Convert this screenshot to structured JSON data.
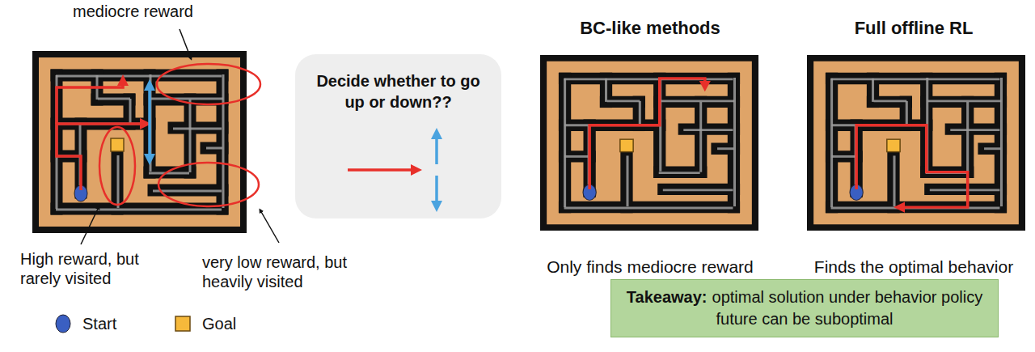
{
  "diagram": {
    "nodes": [
      {
        "text": [
          "Decide whether to go up or down??"
        ]
      },
      {
        "text": [
          "BC-like methods",
          "Only finds mediocre reward"
        ]
      },
      {
        "text": [
          "Full offline RL",
          "Finds the optimal behavior"
        ]
      },
      {
        "text": [
          "Takeaway:",
          "optimal solution under behavior policy future can be suboptimal"
        ]
      }
    ],
    "labels": [
      "mediocre reward",
      "High reward, but rarely visited",
      "very low reward, but heavily visited"
    ],
    "legend": [
      {
        "text": "Start",
        "color": "#3a5fc2"
      },
      {
        "text": "Goal",
        "color": "#f6b93b"
      }
    ]
  }
}
